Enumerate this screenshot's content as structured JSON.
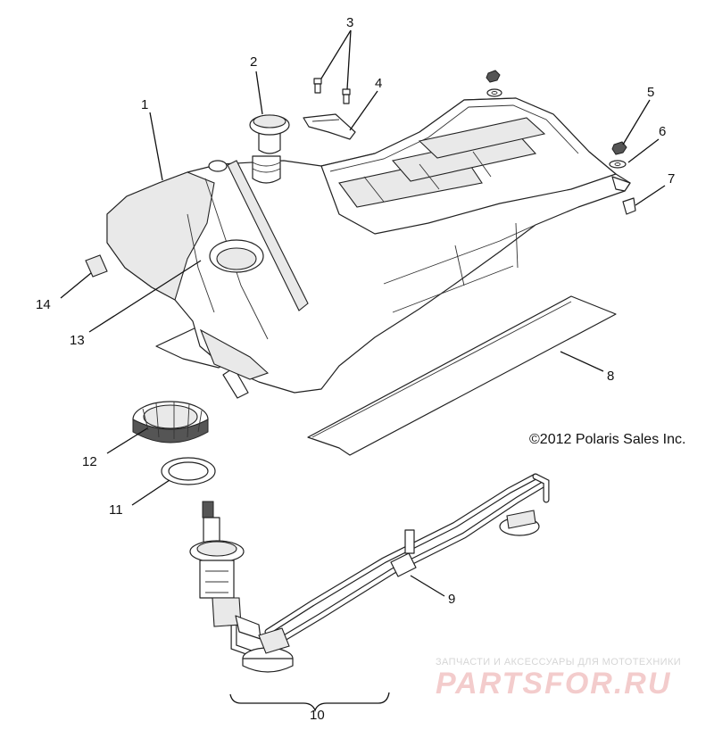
{
  "callouts": [
    {
      "number": "1"
    },
    {
      "number": "2"
    },
    {
      "number": "3"
    },
    {
      "number": "4"
    },
    {
      "number": "5"
    },
    {
      "number": "6"
    },
    {
      "number": "7"
    },
    {
      "number": "8"
    },
    {
      "number": "9"
    },
    {
      "number": "10"
    },
    {
      "number": "11"
    },
    {
      "number": "12"
    },
    {
      "number": "13"
    },
    {
      "number": "14"
    }
  ],
  "copyright": "©2012 Polaris Sales Inc.",
  "watermark": {
    "tagline": "ЗАПЧАСТИ И АКСЕССУАРЫ ДЛЯ МОТОТЕХНИКИ",
    "brand": "PARTSFOR.RU",
    "color": "#e07a7a"
  }
}
